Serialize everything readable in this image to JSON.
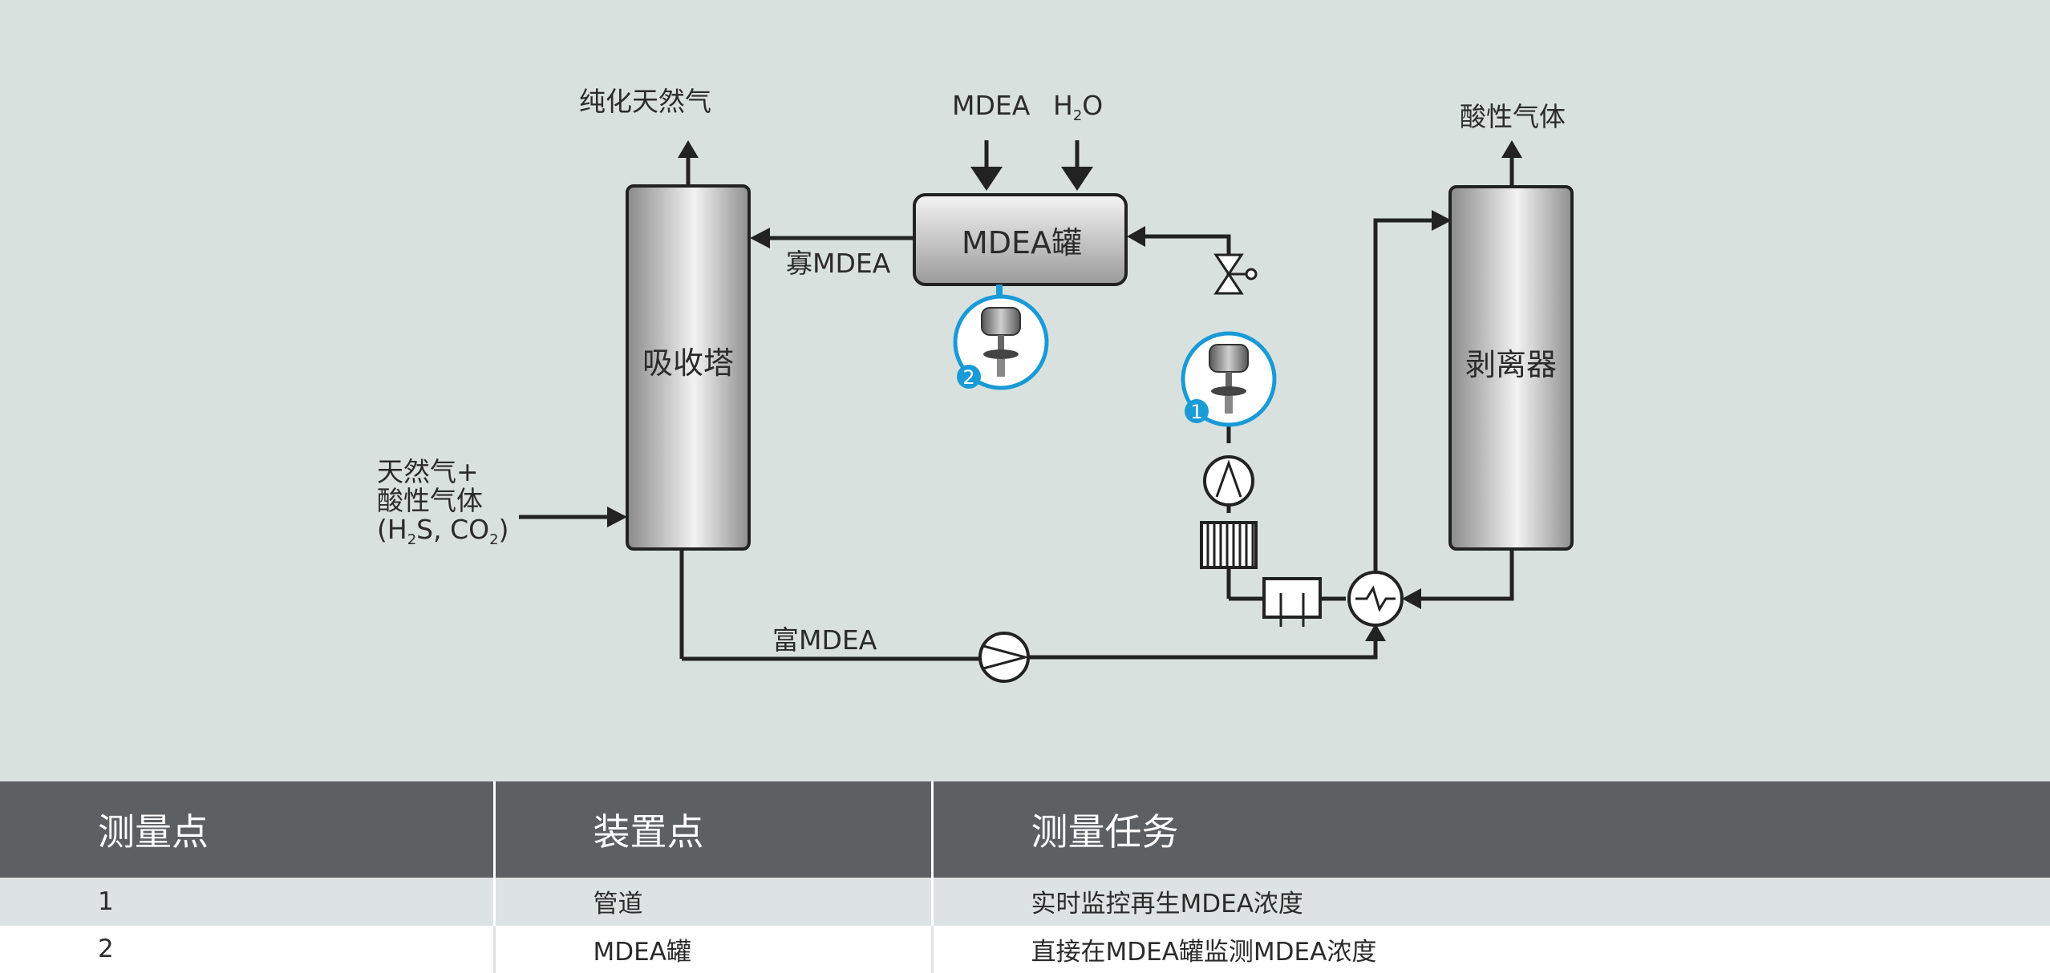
{
  "colors": {
    "background": "#d9e1df",
    "line": "#222222",
    "highlight": "#1a9ad6",
    "table_header": "#5d6063",
    "table_row_tint": "#dde3e2"
  },
  "diagram": {
    "inputs": {
      "mdea": "MDEA",
      "water_h": "H",
      "water_sub": "2",
      "water_o": "O"
    },
    "outputs": {
      "purified_gas": "纯化天然气",
      "acid_gas": "酸性气体"
    },
    "feed": {
      "line1": "天然气+",
      "line2": "酸性气体",
      "p1": "(H",
      "s1": "2",
      "p2": "S, CO",
      "s2": "2",
      "p3": ")"
    },
    "vessels": {
      "absorber": "吸收塔",
      "stripper": "剥离器",
      "tank": "MDEA罐"
    },
    "streams": {
      "lean_mdea": "寡MDEA",
      "rich_mdea": "富MDEA"
    },
    "measurement_points": [
      {
        "number": "1",
        "icon": "sensor-transmitter-icon"
      },
      {
        "number": "2",
        "icon": "sensor-transmitter-icon"
      }
    ]
  },
  "table": {
    "headers": [
      "测量点",
      "装置点",
      "测量任务"
    ],
    "rows": [
      [
        "1",
        "管道",
        "实时监控再生MDEA浓度"
      ],
      [
        "2",
        "MDEA罐",
        "直接在MDEA罐监测MDEA浓度"
      ]
    ]
  }
}
